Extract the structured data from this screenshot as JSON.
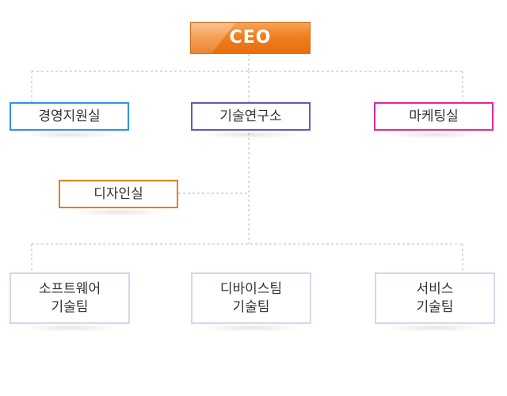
{
  "org_chart": {
    "ceo": {
      "label": "CEO",
      "color": "#f07f1e"
    },
    "departments": [
      {
        "label": "경영지원실",
        "color": "#2b95e6"
      },
      {
        "label": "기술연구소",
        "color": "#7052b8"
      },
      {
        "label": "마케팅실",
        "color": "#e0279f"
      }
    ],
    "design": {
      "label": "디자인실",
      "color": "#ed7a22"
    },
    "teams": [
      {
        "label": "소프트웨어\n기술팀",
        "color": "#d8d4ee"
      },
      {
        "label": "디바이스팀\n기술팀",
        "color": "#d8d4ee"
      },
      {
        "label": "서비스\n기술팀",
        "color": "#d8d4ee"
      }
    ],
    "connector_color": "#bbbbbb"
  }
}
